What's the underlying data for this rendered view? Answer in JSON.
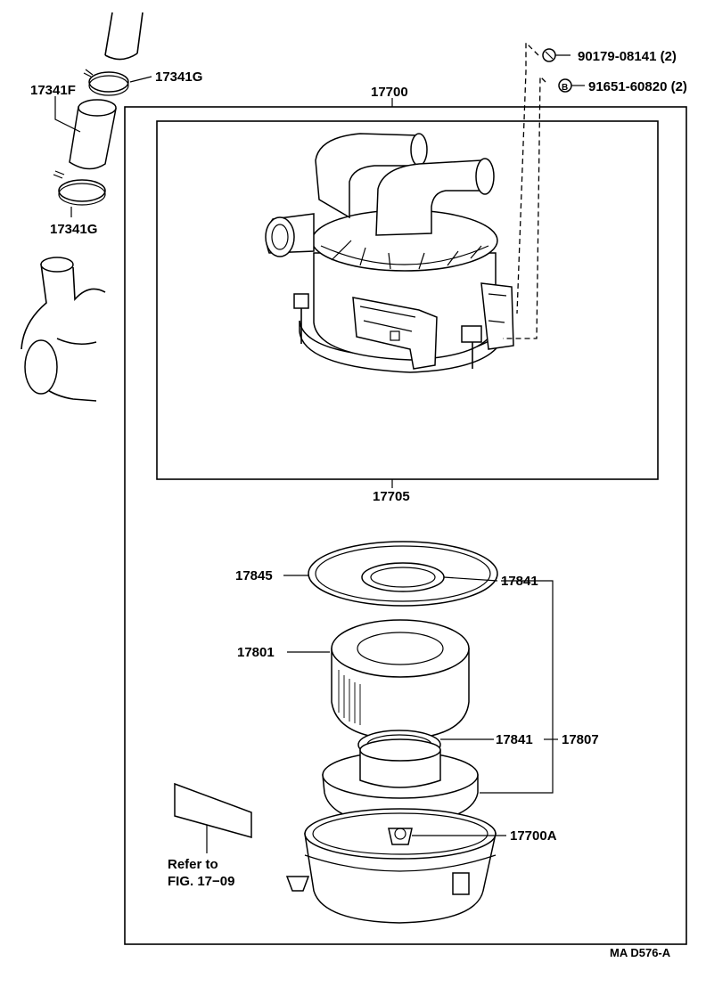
{
  "labels": {
    "clamp_top": "17341G",
    "hose": "17341F",
    "clamp_bottom": "17341G",
    "assembly": "17700",
    "screw": "90179-08141 (2)",
    "screw_marker": "B",
    "bolt": "91651-60820 (2)",
    "cap_sub": "17705",
    "seal": "17845",
    "gasket_top": "17841",
    "element": "17801",
    "gasket_bottom": "17841",
    "body_sub": "17807",
    "case": "17700A",
    "refer_line1": "Refer to",
    "refer_line2": "FIG. 17−09",
    "drawing_code": "MA D576-A"
  }
}
